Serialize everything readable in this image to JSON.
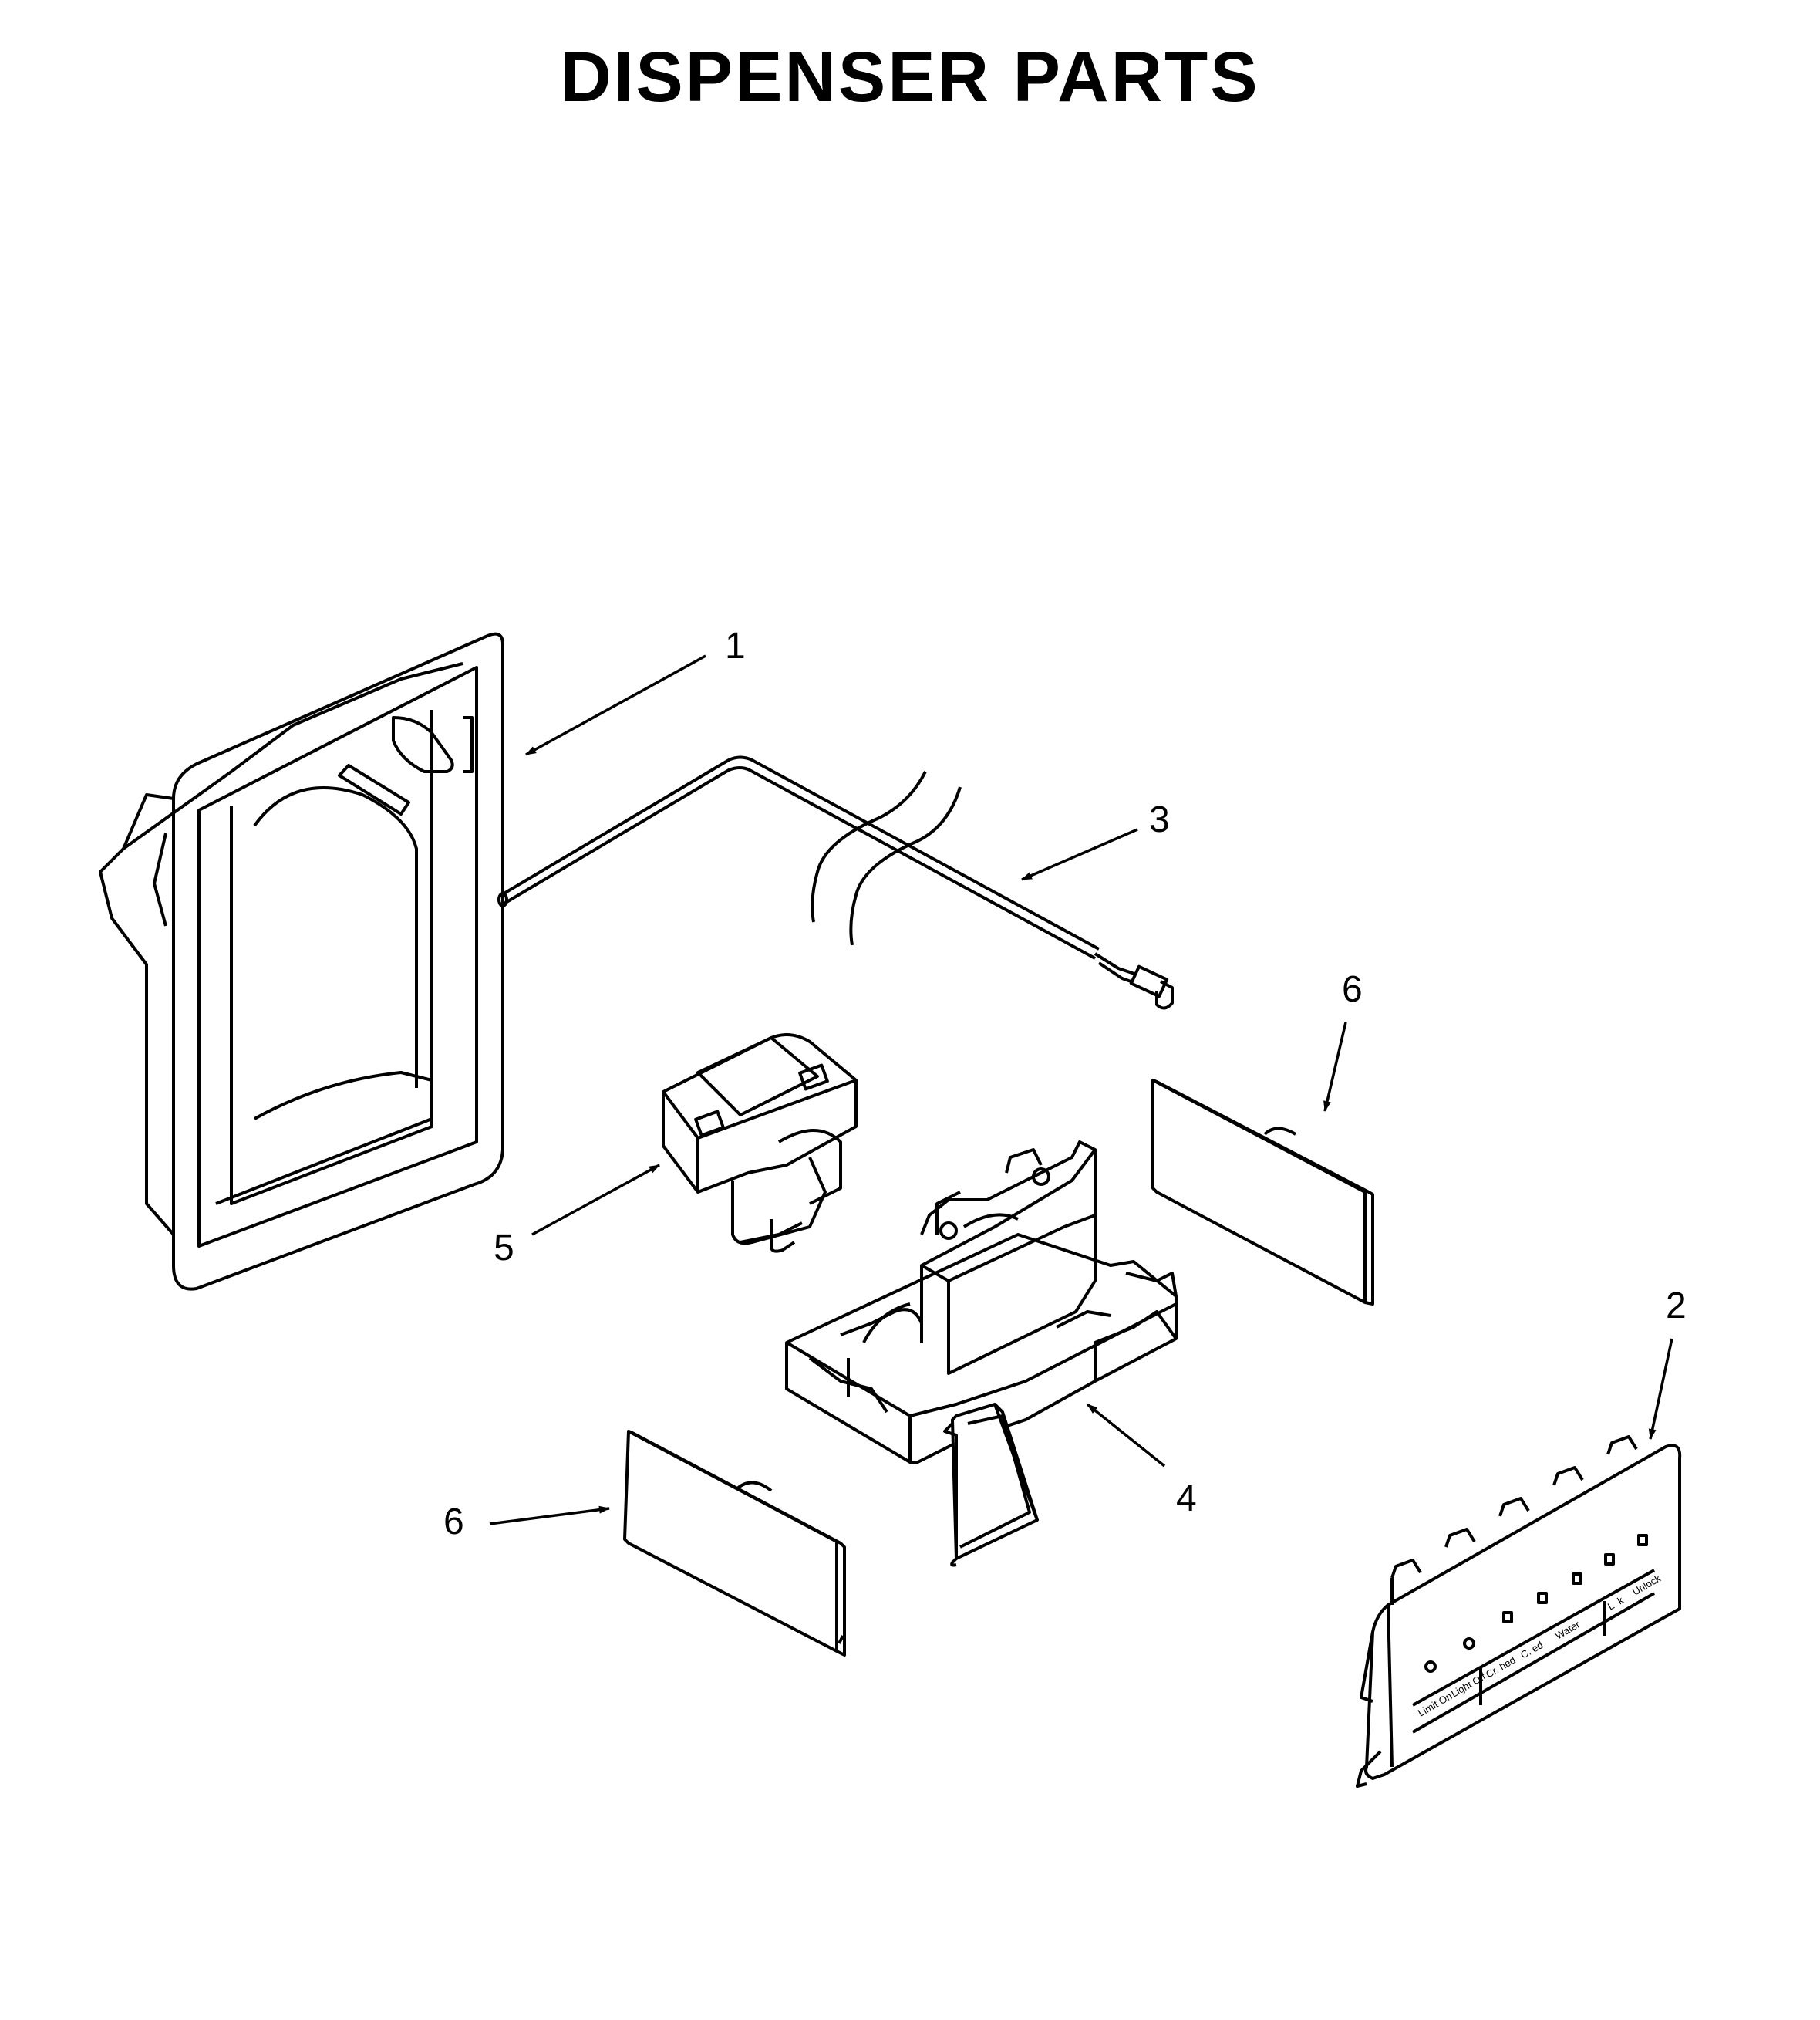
{
  "title": "DISPENSER PARTS",
  "callouts": [
    {
      "id": "c1",
      "label": "1",
      "part": "housing"
    },
    {
      "id": "c2",
      "label": "2",
      "part": "control-panel"
    },
    {
      "id": "c3",
      "label": "3",
      "part": "water-tube"
    },
    {
      "id": "c4",
      "label": "4",
      "part": "actuator-assembly"
    },
    {
      "id": "c5",
      "label": "5",
      "part": "ice-chute-door"
    },
    {
      "id": "c6a",
      "label": "6",
      "part": "cover-right"
    },
    {
      "id": "c6b",
      "label": "6",
      "part": "cover-left"
    }
  ],
  "panel_text": {
    "limit_on": "Limit On",
    "light_off": "Light Off",
    "crushed": "Cr. hed",
    "cubed": "C. ed",
    "water": "Water",
    "lock": "L. k",
    "unlock": "Unlock"
  },
  "colors": {
    "line": "#000000",
    "panel": "#ffffff",
    "shade": "#e6e6e6"
  }
}
